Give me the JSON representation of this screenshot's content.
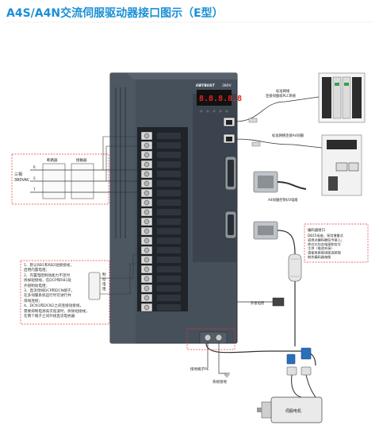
{
  "title": "A4S/A4N交流伺服驱动器接口图示（E型）",
  "drive": {
    "brand": "OBTBUST",
    "model_badge": "380V",
    "display": "8.8.8.8.8"
  },
  "labels": {
    "network": "标准网线\n连接伺服或PLC系统",
    "standard_cable": "标准网络连接A4伺服",
    "io_cable": "A4伺服控制I/O电缆",
    "encoder_title": "编码器接口",
    "encoder_desc": [
      "DB15母座，采用增量式",
      "或绝对编码器信号接入；",
      "绝对式包含电源和信号",
      "主供（电池外接）",
      "请使用原装线缆或按规",
      "制作编码器电缆"
    ],
    "ext_brake": "外接电阻",
    "pe_terminal": "接地端子PE",
    "system_ground": "系统接地",
    "motor": "伺服电机",
    "three_phase": [
      "三相",
      "380VAC"
    ],
    "filter_left": "断路器",
    "filter_right": "接触器",
    "phase_r": "R",
    "phase_s": "S",
    "phase_t": "T",
    "brake_resistor": [
      "制",
      "动",
      "电",
      "阻"
    ]
  },
  "notes": [
    "1、默认RB1和RB2短接接线，",
    "启用内置电阻；",
    "2、内置电阻制动能力不足时",
    "拆掉短接线，在DCP和RB1处",
    "外接制动电阻；",
    "3、直流母线DCP和DCN端子，",
    "在多伺服系统运行时可进行共",
    "母线连接；",
    "4、DCN1和DCN2之间连接短接线，",
    "需要抑制电源高次谐波时，拆除短接线，",
    "在两个端子之间外接直流电抗器"
  ],
  "colors": {
    "title": "#1a8fd6",
    "drive_body": "#3f4954",
    "dashed": "#e23b3b",
    "cable_blue": "#2a6fb8",
    "led": "#e8221c"
  }
}
